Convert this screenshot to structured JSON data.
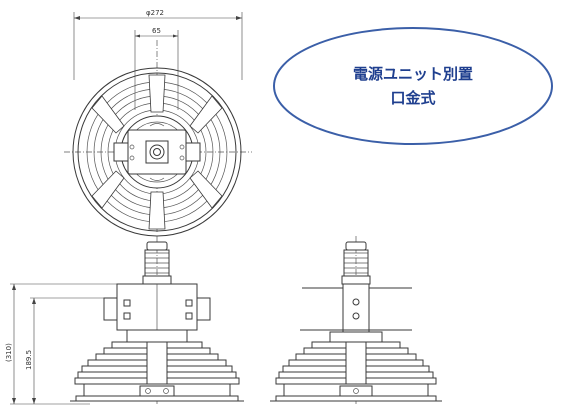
{
  "dimensions": {
    "overall_diameter": "φ272",
    "inner_width": "65",
    "total_height": "(310)",
    "body_height": "189.5"
  },
  "callout": {
    "line1": "電源ユニット別置",
    "line2": "口金式",
    "border_color": "#3b5fa8",
    "text_color": "#1f3f8f"
  }
}
